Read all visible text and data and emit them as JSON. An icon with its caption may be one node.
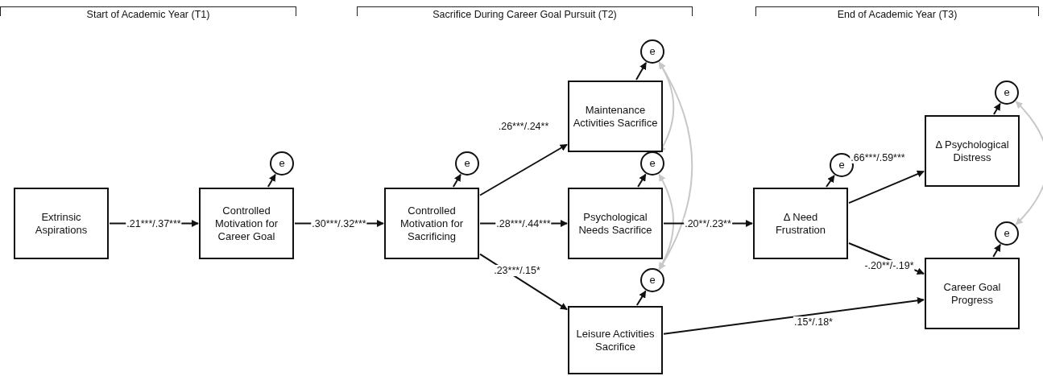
{
  "diagram": {
    "nodes": [
      {
        "text": [
          "Extrinsic Aspirations"
        ]
      },
      {
        "text": [
          "Controlled Motivation for Career Goal"
        ]
      },
      {
        "text": [
          "e"
        ]
      },
      {
        "text": [
          "Controlled Motivation for Sacrificing"
        ]
      },
      {
        "text": [
          "e"
        ]
      },
      {
        "text": [
          "Maintenance Activities Sacrifice"
        ]
      },
      {
        "text": [
          "e"
        ]
      },
      {
        "text": [
          "Psychological Needs Sacrifice"
        ]
      },
      {
        "text": [
          "e"
        ]
      },
      {
        "text": [
          "Leisure Activities Sacrifice"
        ]
      },
      {
        "text": [
          "e"
        ]
      },
      {
        "text": [
          "Δ Need Frustration"
        ]
      },
      {
        "text": [
          "e"
        ]
      },
      {
        "text": [
          "Δ Psychological Distress"
        ]
      },
      {
        "text": [
          "e"
        ]
      },
      {
        "text": [
          "Career Goal Progress"
        ]
      },
      {
        "text": [
          "e"
        ]
      }
    ],
    "edges": [
      {
        "from": 0,
        "to": 1,
        "arrow": "to",
        "label": ".21***/.37***"
      },
      {
        "from": 1,
        "to": 2,
        "arrow": "to"
      },
      {
        "from": 1,
        "to": 3,
        "arrow": "to",
        "label": ".30***/.32***"
      },
      {
        "from": 3,
        "to": 4,
        "arrow": "to"
      },
      {
        "from": 3,
        "to": 5,
        "arrow": "to",
        "label": ".26***/.24**"
      },
      {
        "from": 3,
        "to": 7,
        "arrow": "to",
        "label": ".28***/.44***"
      },
      {
        "from": 3,
        "to": 9,
        "arrow": "to",
        "label": ".23***/.15*"
      },
      {
        "from": 5,
        "to": 6,
        "arrow": "to"
      },
      {
        "from": 7,
        "to": 8,
        "arrow": "to"
      },
      {
        "from": 9,
        "to": 10,
        "arrow": "to"
      },
      {
        "from": 6,
        "to": 8,
        "arrow": "both",
        "color": "#c8c8c8"
      },
      {
        "from": 8,
        "to": 10,
        "arrow": "both",
        "color": "#c8c8c8"
      },
      {
        "from": 6,
        "to": 10,
        "arrow": "both",
        "color": "#c8c8c8"
      },
      {
        "from": 7,
        "to": 11,
        "arrow": "to",
        "label": ".20**/.23**"
      },
      {
        "from": 11,
        "to": 12,
        "arrow": "to"
      },
      {
        "from": 11,
        "to": 13,
        "arrow": "to",
        "label": ".66***/.59***"
      },
      {
        "from": 11,
        "to": 15,
        "arrow": "to",
        "label": "-.20**/-.19*"
      },
      {
        "from": 9,
        "to": 15,
        "arrow": "to",
        "label": ".15*/.18*"
      },
      {
        "from": 13,
        "to": 14,
        "arrow": "to"
      },
      {
        "from": 15,
        "to": 16,
        "arrow": "to"
      },
      {
        "from": 14,
        "to": 16,
        "arrow": "both",
        "color": "#c8c8c8"
      }
    ],
    "labels": [
      "Start of Academic Year (T1)",
      "Sacrifice During Career Goal Pursuit (T2)",
      "End of Academic Year (T3)"
    ]
  }
}
